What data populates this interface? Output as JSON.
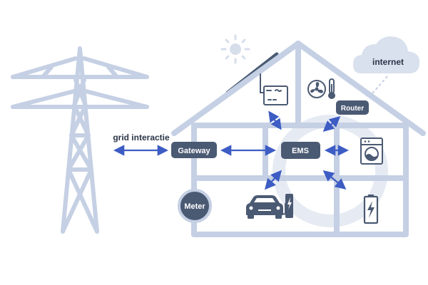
{
  "labels": {
    "grid": "grid interactie",
    "internet": "internet",
    "gateway": "Gateway",
    "ems": "EMS",
    "router": "Router",
    "meter": "Meter"
  },
  "colors": {
    "structure": "#c5d0e4",
    "node_fill": "#4b5a73",
    "arrow": "#3d5cc4",
    "sun": "#d6deeb",
    "cloud": "#d9e1ee",
    "ring": "#e6ebf3"
  },
  "icons": [
    "sun-icon",
    "solar-panel-icon",
    "inverter-icon",
    "fan-icon",
    "thermometer-icon",
    "cloud-icon",
    "washing-machine-icon",
    "battery-icon",
    "car-icon",
    "ev-charger-icon",
    "power-tower-icon"
  ]
}
